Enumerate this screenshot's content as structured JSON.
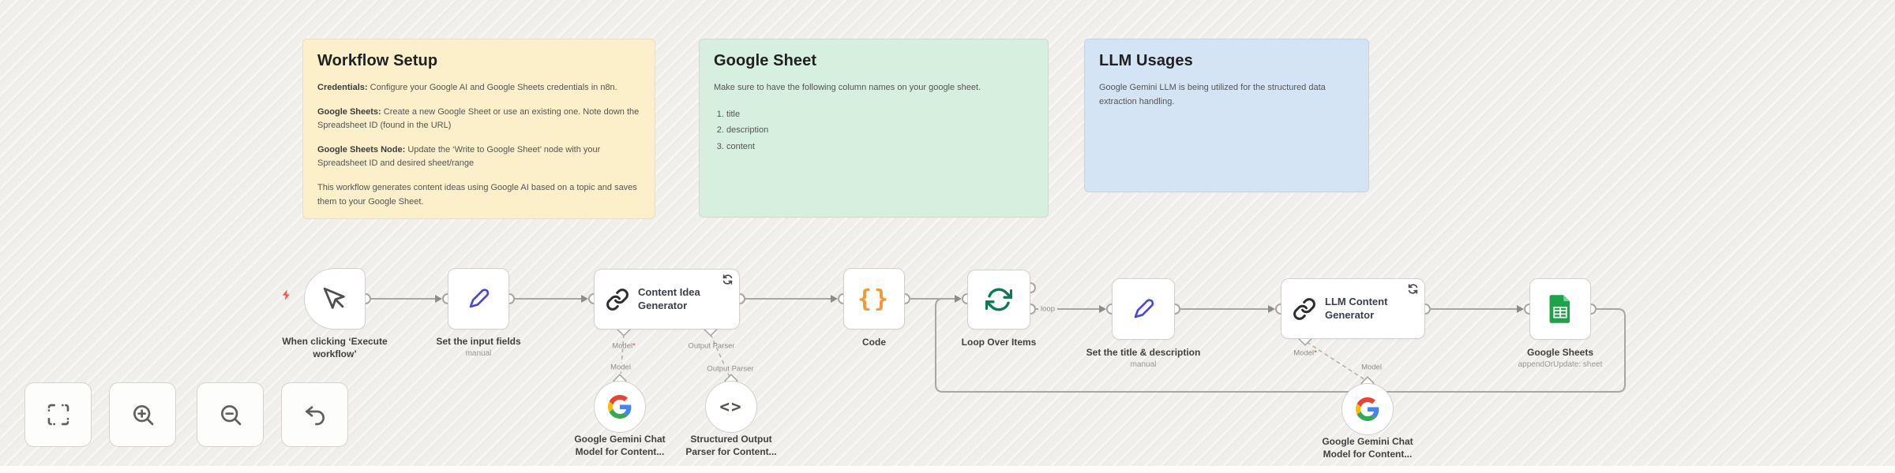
{
  "colors": {
    "sticky_yellow": "#fbf0ca",
    "sticky_green": "#d6efdf",
    "sticky_blue": "#d4e4f4",
    "node_border": "#d3d0cc",
    "connection": "#a9a6a2",
    "set_icon_blue": "#4a47dd",
    "code_icon_orange": "#f09a33",
    "loop_icon_green": "#0e7a55",
    "sheets_icon_green": "#1ea34a",
    "trigger_bolt_red": "#f15b4d"
  },
  "sticky_notes": {
    "workflow_setup": {
      "title": "Workflow Setup",
      "paragraphs": [
        {
          "strong": "Credentials:",
          "text": "Configure your Google AI and Google Sheets credentials in n8n."
        },
        {
          "strong": "Google Sheets:",
          "text": "Create a new Google Sheet or use an existing one. Note down the Spreadsheet ID (found in the URL)"
        },
        {
          "strong": "Google Sheets Node:",
          "text": "Update the ‘Write to Google Sheet’ node with your Spreadsheet ID and desired sheet/range"
        },
        {
          "strong": "",
          "text": "This workflow generates content ideas using Google AI based on a topic and saves them to your Google Sheet."
        }
      ]
    },
    "google_sheet": {
      "title": "Google Sheet",
      "intro": "Make sure to have the following column names on your google sheet.",
      "columns": [
        "title",
        "description",
        "content"
      ]
    },
    "llm_usages": {
      "title": "LLM Usages",
      "body": "Google Gemini LLM is being utilized for the structured data extraction handling."
    }
  },
  "nodes": {
    "trigger": {
      "label": "When clicking ‘Execute workflow’"
    },
    "set_input": {
      "label": "Set the input fields",
      "subtitle": "manual"
    },
    "content_idea": {
      "label": "Content Idea Generator"
    },
    "code": {
      "label": "Code"
    },
    "loop": {
      "label": "Loop Over Items"
    },
    "set_title": {
      "label": "Set the title & description",
      "subtitle": "manual"
    },
    "llm_content": {
      "label": "LLM Content Generator"
    },
    "google_sheets": {
      "label": "Google Sheets",
      "subtitle": "appendOrUpdate: sheet"
    },
    "gemini_model_1": {
      "label": "Google Gemini Chat Model for Content..."
    },
    "output_parser": {
      "label": "Structured Output Parser for Content..."
    },
    "gemini_model_2": {
      "label": "Google Gemini Chat Model for Content..."
    }
  },
  "wire_labels": {
    "model_required": "Model",
    "required_marker": "*",
    "model": "Model",
    "output_parser": "Output Parser",
    "loop": "loop"
  },
  "icon_glyphs": {
    "code": "{}",
    "parser": "<>"
  },
  "controls": {
    "zoom_to_fit": "Zoom to fit",
    "zoom_in": "Zoom in",
    "zoom_out": "Zoom out",
    "undo": "Undo"
  }
}
